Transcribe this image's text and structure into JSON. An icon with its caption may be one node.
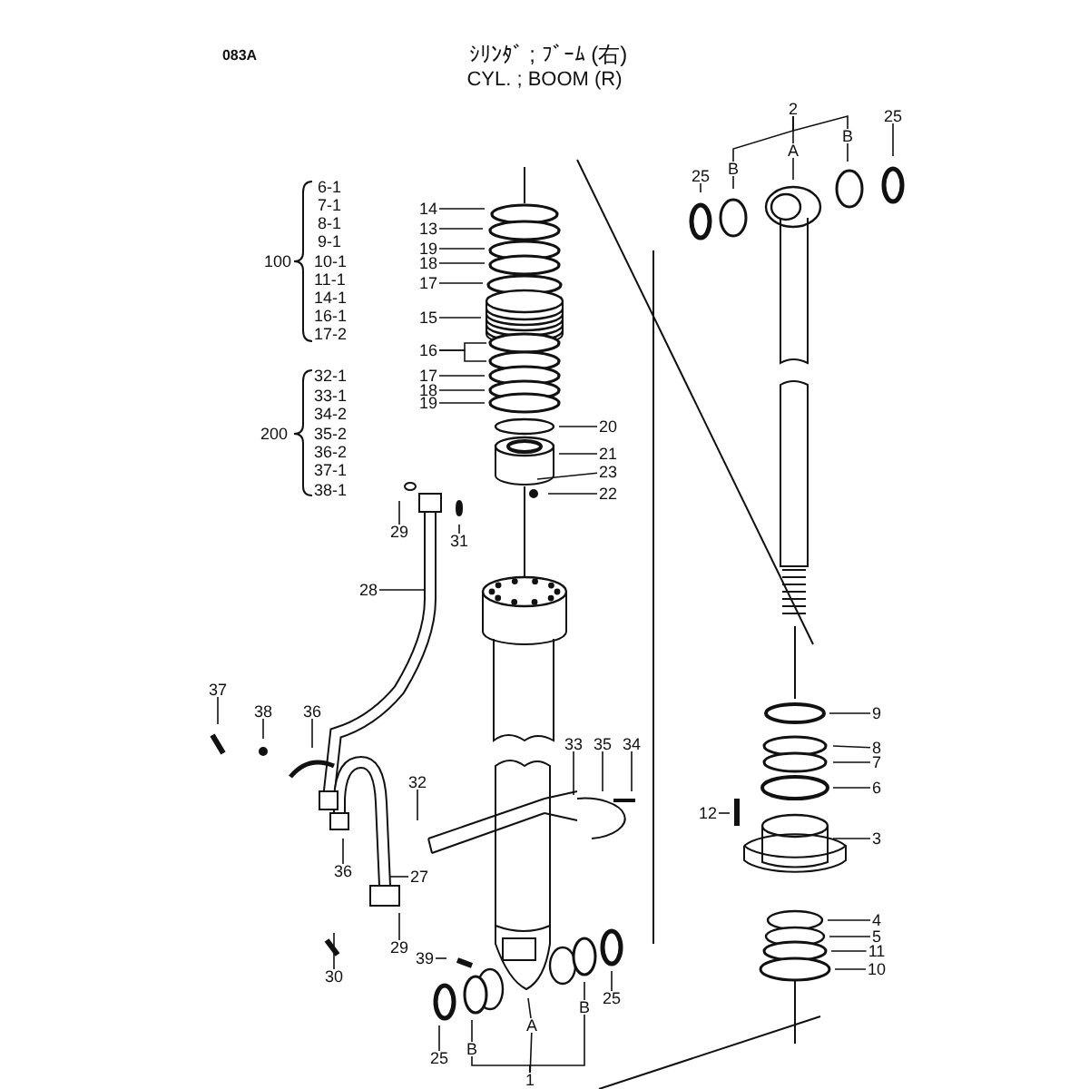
{
  "diagram": {
    "title": "ｼﾘﾝﾀﾞ ; ﾌﾞｰﾑ (右)",
    "nodes": [
      {
        "text": [
          "14"
        ]
      },
      {
        "text": [
          "13"
        ]
      },
      {
        "text": [
          "19"
        ]
      },
      {
        "text": [
          "18"
        ]
      },
      {
        "text": [
          "17"
        ]
      },
      {
        "text": [
          "15"
        ]
      },
      {
        "text": [
          "16"
        ]
      },
      {
        "text": [
          "17"
        ]
      },
      {
        "text": [
          "18"
        ]
      },
      {
        "text": [
          "19"
        ]
      },
      {
        "text": [
          "20"
        ]
      },
      {
        "text": [
          "21"
        ]
      },
      {
        "text": [
          "23"
        ]
      },
      {
        "text": [
          "22"
        ]
      },
      {
        "text": [
          "29"
        ]
      },
      {
        "text": [
          "31"
        ]
      },
      {
        "text": [
          "28"
        ]
      },
      {
        "text": [
          "37"
        ]
      },
      {
        "text": [
          "38"
        ]
      },
      {
        "text": [
          "36"
        ]
      },
      {
        "text": [
          "32"
        ]
      },
      {
        "text": [
          "33"
        ]
      },
      {
        "text": [
          "35"
        ]
      },
      {
        "text": [
          "34"
        ]
      },
      {
        "text": [
          "36"
        ]
      },
      {
        "text": [
          "27"
        ]
      },
      {
        "text": [
          "29"
        ]
      },
      {
        "text": [
          "30"
        ]
      },
      {
        "text": [
          "39"
        ]
      },
      {
        "text": [
          "25"
        ]
      },
      {
        "text": [
          "B"
        ]
      },
      {
        "text": [
          "A"
        ]
      },
      {
        "text": [
          "B"
        ]
      },
      {
        "text": [
          "25"
        ]
      },
      {
        "text": [
          "1"
        ]
      },
      {
        "text": [
          "2"
        ]
      },
      {
        "text": [
          "B"
        ]
      },
      {
        "text": [
          "A"
        ]
      },
      {
        "text": [
          "B"
        ]
      },
      {
        "text": [
          "25"
        ]
      },
      {
        "text": [
          "25"
        ]
      },
      {
        "text": [
          "9"
        ]
      },
      {
        "text": [
          "8"
        ]
      },
      {
        "text": [
          "7"
        ]
      },
      {
        "text": [
          "6"
        ]
      },
      {
        "text": [
          "12"
        ]
      },
      {
        "text": [
          "3"
        ]
      },
      {
        "text": [
          "4"
        ]
      },
      {
        "text": [
          "5"
        ]
      },
      {
        "text": [
          "11"
        ]
      },
      {
        "text": [
          "10"
        ]
      }
    ],
    "edges": [
      {
        "from": 0,
        "to": null,
        "arrow": "none"
      },
      {
        "from": 1,
        "to": null,
        "arrow": "none"
      },
      {
        "from": 2,
        "to": null,
        "arrow": "none"
      },
      {
        "from": 3,
        "to": null,
        "arrow": "none"
      },
      {
        "from": 4,
        "to": null,
        "arrow": "none"
      },
      {
        "from": 5,
        "to": null,
        "arrow": "none"
      },
      {
        "from": 6,
        "to": null,
        "arrow": "none"
      },
      {
        "from": 6,
        "to": null,
        "arrow": "none"
      },
      {
        "from": 7,
        "to": null,
        "arrow": "none"
      },
      {
        "from": 8,
        "to": null,
        "arrow": "none"
      },
      {
        "from": 9,
        "to": null,
        "arrow": "none"
      },
      {
        "from": 10,
        "to": null,
        "arrow": "none"
      },
      {
        "from": 11,
        "to": null,
        "arrow": "none"
      },
      {
        "from": 12,
        "to": null,
        "arrow": "none"
      },
      {
        "from": 13,
        "to": null,
        "arrow": "none"
      },
      {
        "from": 14,
        "to": null,
        "arrow": "none"
      },
      {
        "from": 15,
        "to": null,
        "arrow": "none"
      },
      {
        "from": 16,
        "to": null,
        "arrow": "none"
      },
      {
        "from": 17,
        "to": null,
        "arrow": "none"
      },
      {
        "from": 18,
        "to": null,
        "arrow": "none"
      },
      {
        "from": 19,
        "to": null,
        "arrow": "none"
      },
      {
        "from": 20,
        "to": null,
        "arrow": "none"
      },
      {
        "from": 21,
        "to": null,
        "arrow": "none"
      },
      {
        "from": 22,
        "to": null,
        "arrow": "none"
      },
      {
        "from": 23,
        "to": null,
        "arrow": "none"
      },
      {
        "from": 24,
        "to": null,
        "arrow": "none"
      },
      {
        "from": 25,
        "to": null,
        "arrow": "none"
      },
      {
        "from": 26,
        "to": null,
        "arrow": "none"
      },
      {
        "from": 27,
        "to": null,
        "arrow": "none"
      },
      {
        "from": 28,
        "to": null,
        "arrow": "none"
      },
      {
        "from": 29,
        "to": null,
        "arrow": "none"
      },
      {
        "from": 30,
        "to": null,
        "arrow": "none"
      },
      {
        "from": 31,
        "to": null,
        "arrow": "none"
      },
      {
        "from": 32,
        "to": null,
        "arrow": "none"
      },
      {
        "from": 33,
        "to": null,
        "arrow": "none"
      },
      {
        "from": 34,
        "to": 31,
        "arrow": "none"
      },
      {
        "from": 34,
        "to": 30,
        "arrow": "none"
      },
      {
        "from": 34,
        "to": 32,
        "arrow": "none"
      },
      {
        "from": 35,
        "to": 37,
        "arrow": "none"
      },
      {
        "from": 35,
        "to": 36,
        "arrow": "none"
      },
      {
        "from": 35,
        "to": 38,
        "arrow": "none"
      },
      {
        "from": 36,
        "to": null,
        "arrow": "none"
      },
      {
        "from": 37,
        "to": null,
        "arrow": "none"
      },
      {
        "from": 38,
        "to": null,
        "arrow": "none"
      },
      {
        "from": 39,
        "to": null,
        "arrow": "none"
      },
      {
        "from": 40,
        "to": null,
        "arrow": "none"
      },
      {
        "from": 41,
        "to": null,
        "arrow": "none"
      },
      {
        "from": 42,
        "to": null,
        "arrow": "none"
      },
      {
        "from": 43,
        "to": null,
        "arrow": "none"
      },
      {
        "from": 44,
        "to": null,
        "arrow": "none"
      },
      {
        "from": 45,
        "to": null,
        "arrow": "none"
      },
      {
        "from": 46,
        "to": null,
        "arrow": "none"
      },
      {
        "from": 47,
        "to": null,
        "arrow": "none"
      },
      {
        "from": 48,
        "to": null,
        "arrow": "none"
      },
      {
        "from": 49,
        "to": null,
        "arrow": "none"
      },
      {
        "from": 50,
        "to": null,
        "arrow": "none"
      }
    ],
    "labels": [
      "083A",
      "CYL. ; BOOM (R)",
      "100",
      "6-1",
      "7-1",
      "8-1",
      "9-1",
      "10-1",
      "11-1",
      "14-1",
      "16-1",
      "17-2",
      "200",
      "32-1",
      "33-1",
      "34-2",
      "35-2",
      "36-2",
      "37-1",
      "38-1"
    ]
  }
}
